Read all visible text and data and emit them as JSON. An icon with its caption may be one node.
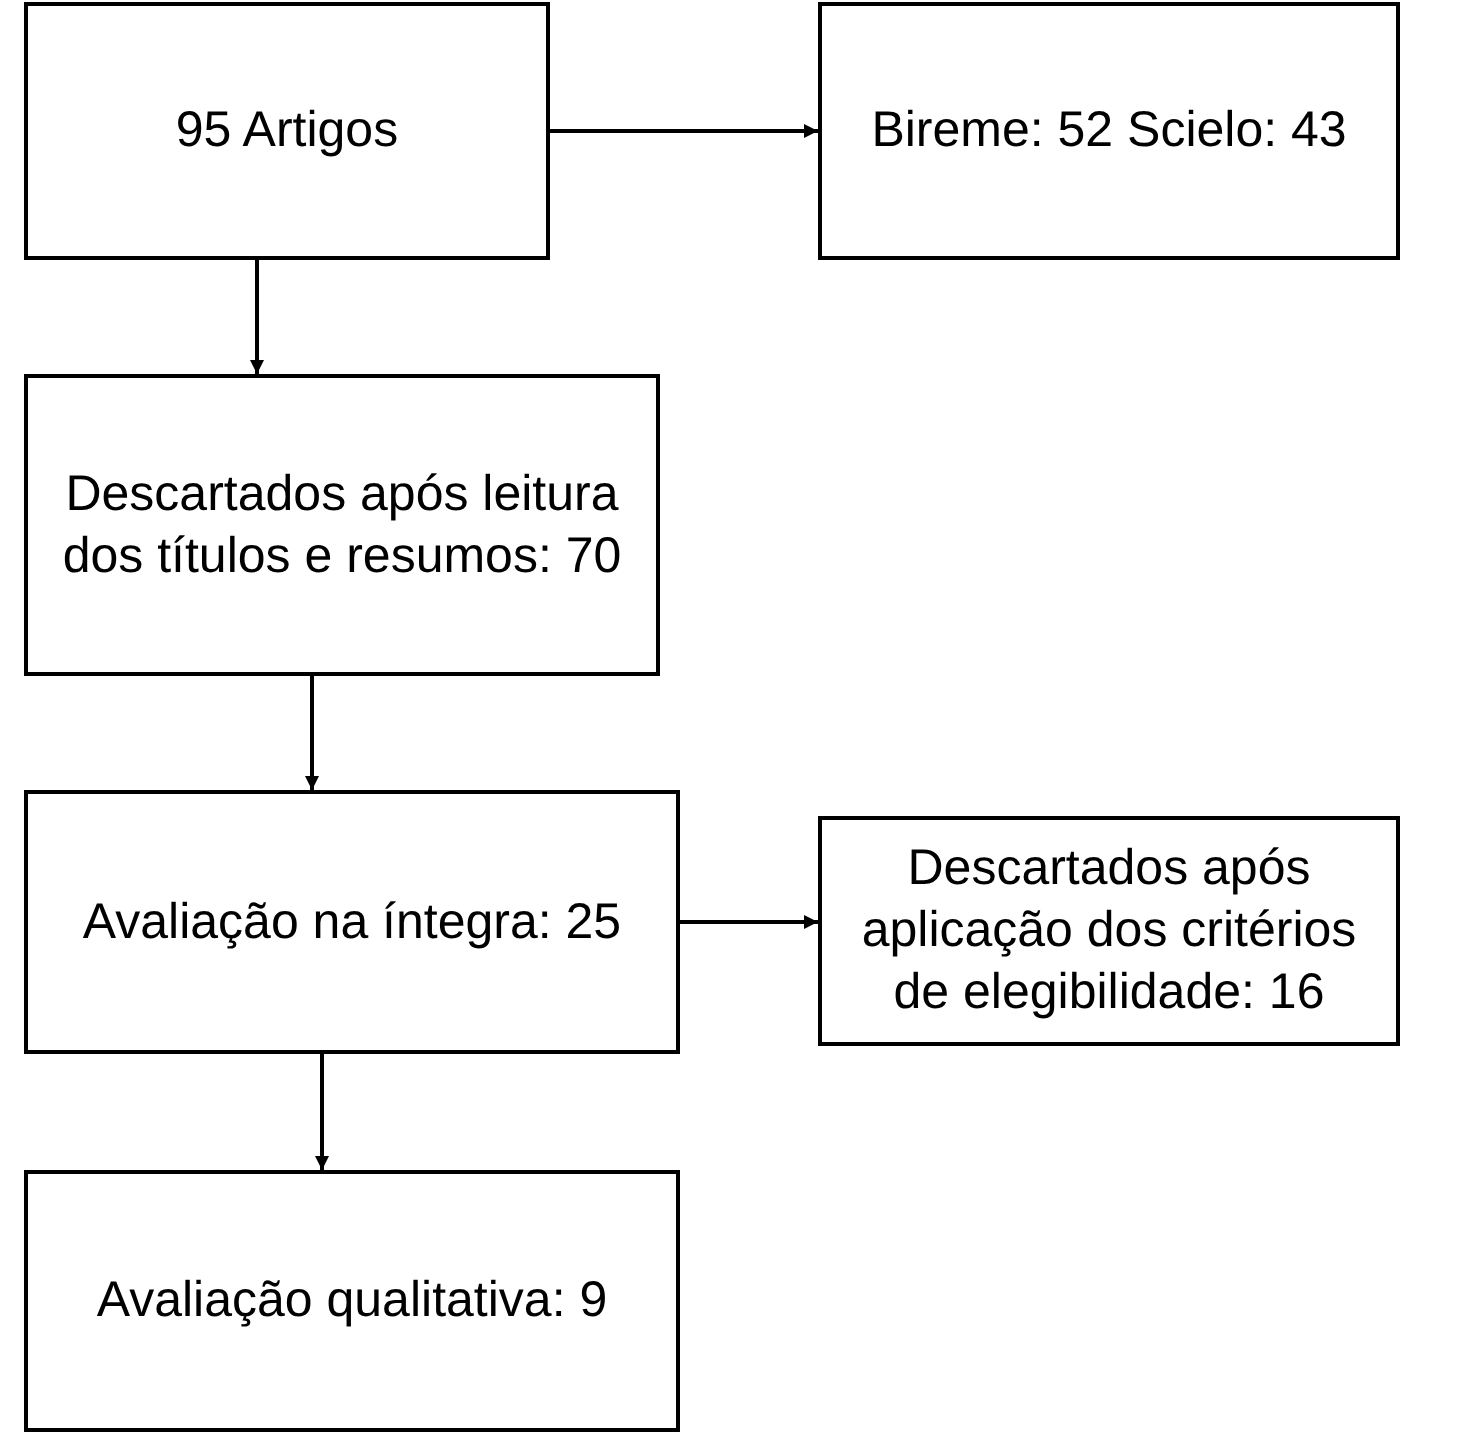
{
  "diagram": {
    "nodes": [
      {
        "text": [
          "95 Artigos"
        ]
      },
      {
        "text": [
          "Bireme: 52 Scielo: 43"
        ]
      },
      {
        "text": [
          "Descartados após leitura dos títulos e resumos: 70"
        ]
      },
      {
        "text": [
          "Avaliação na íntegra: 25"
        ]
      },
      {
        "text": [
          "Descartados após aplicação dos critérios de elegibilidade: 16"
        ]
      },
      {
        "text": [
          "Avaliação qualitativa: 9"
        ]
      }
    ],
    "edges": [
      {
        "from": 0,
        "to": 1,
        "arrow": "to"
      },
      {
        "from": 0,
        "to": 2,
        "arrow": "to"
      },
      {
        "from": 2,
        "to": 3,
        "arrow": "to"
      },
      {
        "from": 3,
        "to": 4,
        "arrow": "to"
      },
      {
        "from": 3,
        "to": 5,
        "arrow": "to"
      }
    ]
  }
}
